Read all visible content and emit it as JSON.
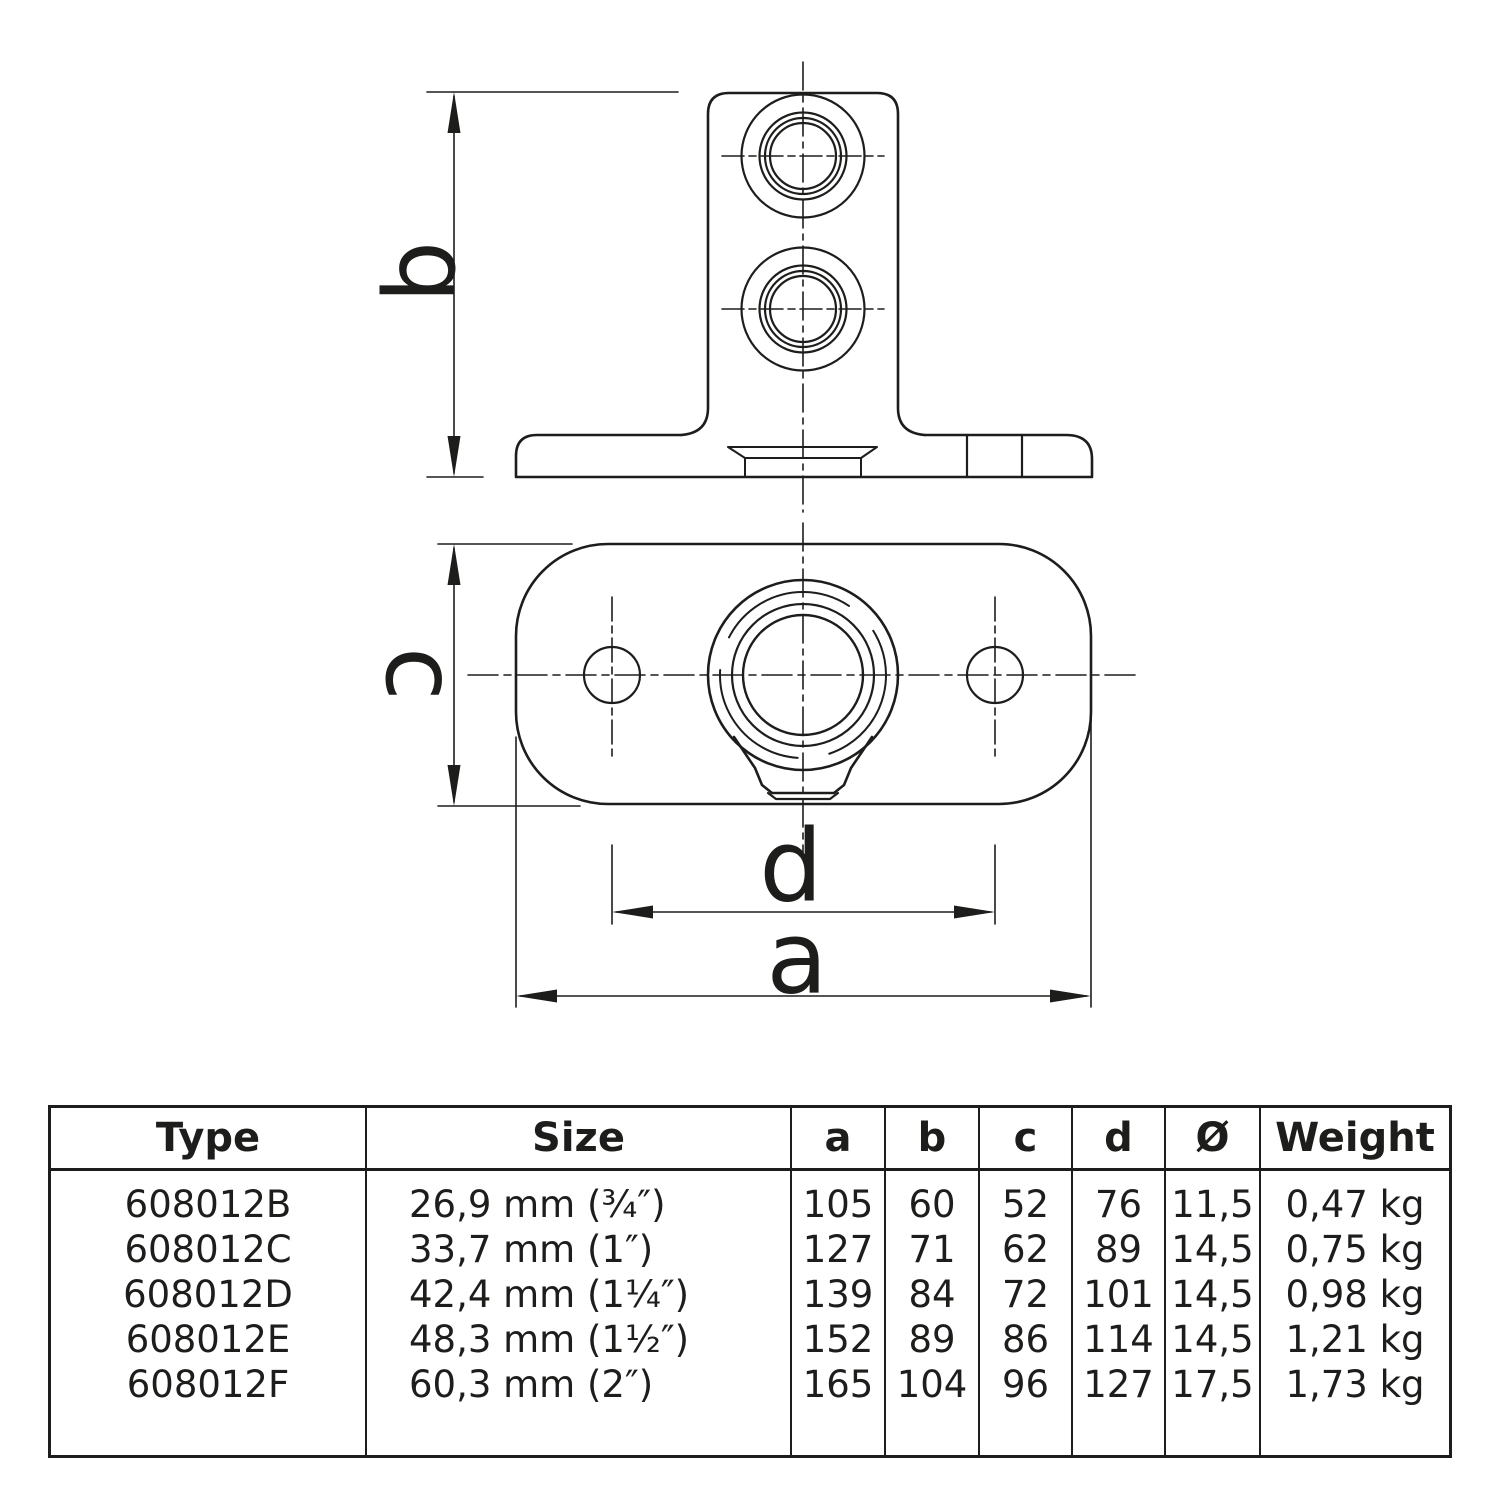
{
  "diagram": {
    "labels": {
      "b": "b",
      "c": "c",
      "d": "d",
      "a": "a"
    }
  },
  "table": {
    "headers": {
      "type": "Type",
      "size": "Size",
      "a": "a",
      "b": "b",
      "c": "c",
      "d": "d",
      "dia": "Ø",
      "weight": "Weight"
    },
    "rows": [
      {
        "type": "608012B",
        "size": "26,9 mm (¾″)",
        "a": "105",
        "b": "60",
        "c": "52",
        "d": "76",
        "dia": "11,5",
        "weight": "0,47 kg"
      },
      {
        "type": "608012C",
        "size": "33,7 mm (1″)",
        "a": "127",
        "b": "71",
        "c": "62",
        "d": "89",
        "dia": "14,5",
        "weight": "0,75 kg"
      },
      {
        "type": "608012D",
        "size": "42,4 mm (1¼″)",
        "a": "139",
        "b": "84",
        "c": "72",
        "d": "101",
        "dia": "14,5",
        "weight": "0,98 kg"
      },
      {
        "type": "608012E",
        "size": "48,3 mm (1½″)",
        "a": "152",
        "b": "89",
        "c": "86",
        "d": "114",
        "dia": "14,5",
        "weight": "1,21 kg"
      },
      {
        "type": "608012F",
        "size": "60,3 mm (2″)",
        "a": "165",
        "b": "104",
        "c": "96",
        "d": "127",
        "dia": "17,5",
        "weight": "1,73 kg"
      }
    ]
  }
}
